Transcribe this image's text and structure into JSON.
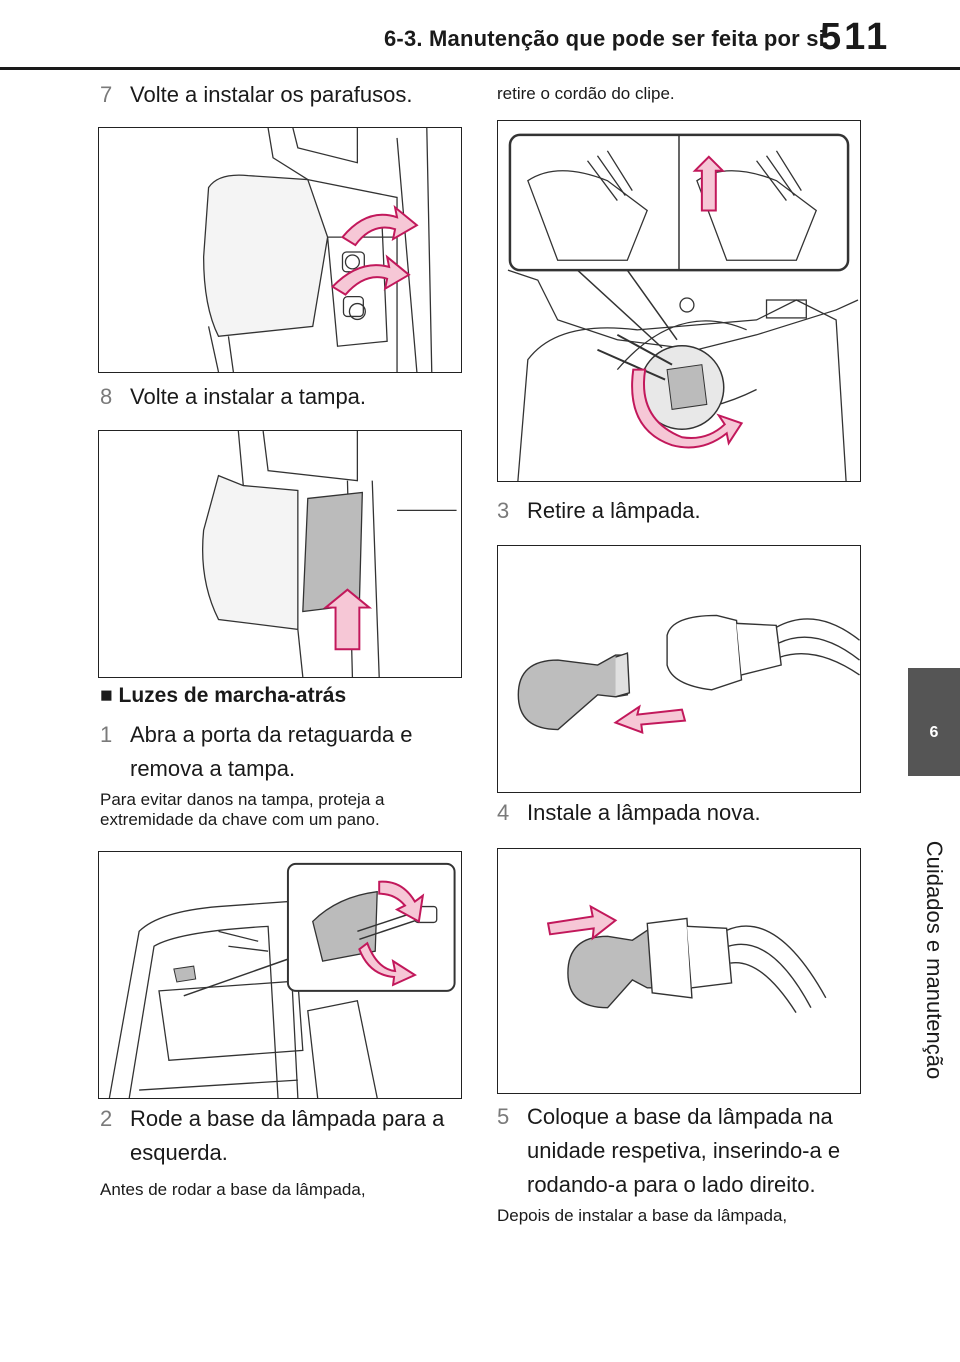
{
  "header": {
    "section_title": "6-3. Manutenção que pode ser feita por si",
    "page_number": "511"
  },
  "side_tab": {
    "chapter_number": "6",
    "chapter_label": "Cuidados e manutenção"
  },
  "left_column": {
    "step7": {
      "number": "7",
      "text": "Volte a instalar os parafusos."
    },
    "step8": {
      "number": "8",
      "text": "Volte a instalar a tampa."
    },
    "section_heading": "Luzes de marcha-atrás",
    "section_marker": "■",
    "step1": {
      "number": "1",
      "text": "Abra a porta da retaguarda e remova a tampa."
    },
    "note1": "Para evitar danos na tampa, proteja a extremidade da chave com um pano.",
    "step2": {
      "number": "2",
      "text": "Rode a base da lâmpada para a esquerda."
    },
    "note2": "Antes de rodar a base da lâmpada,"
  },
  "right_column": {
    "note_top": "retire o cordão do clipe.",
    "step3": {
      "number": "3",
      "text": "Retire a lâmpada."
    },
    "step4": {
      "number": "4",
      "text": "Instale a lâmpada nova."
    },
    "step5": {
      "number": "5",
      "text": "Coloque a base da lâmpada na unidade respetiva, inserindo-a e rodando-a para o lado direito."
    },
    "note_bottom": "Depois de instalar a base da lâmpada,"
  },
  "colors": {
    "arrow_fill": "#f6c7d6",
    "arrow_stroke": "#c2185b",
    "tab_bg": "#555555",
    "step_number": "#7a7a7a"
  }
}
